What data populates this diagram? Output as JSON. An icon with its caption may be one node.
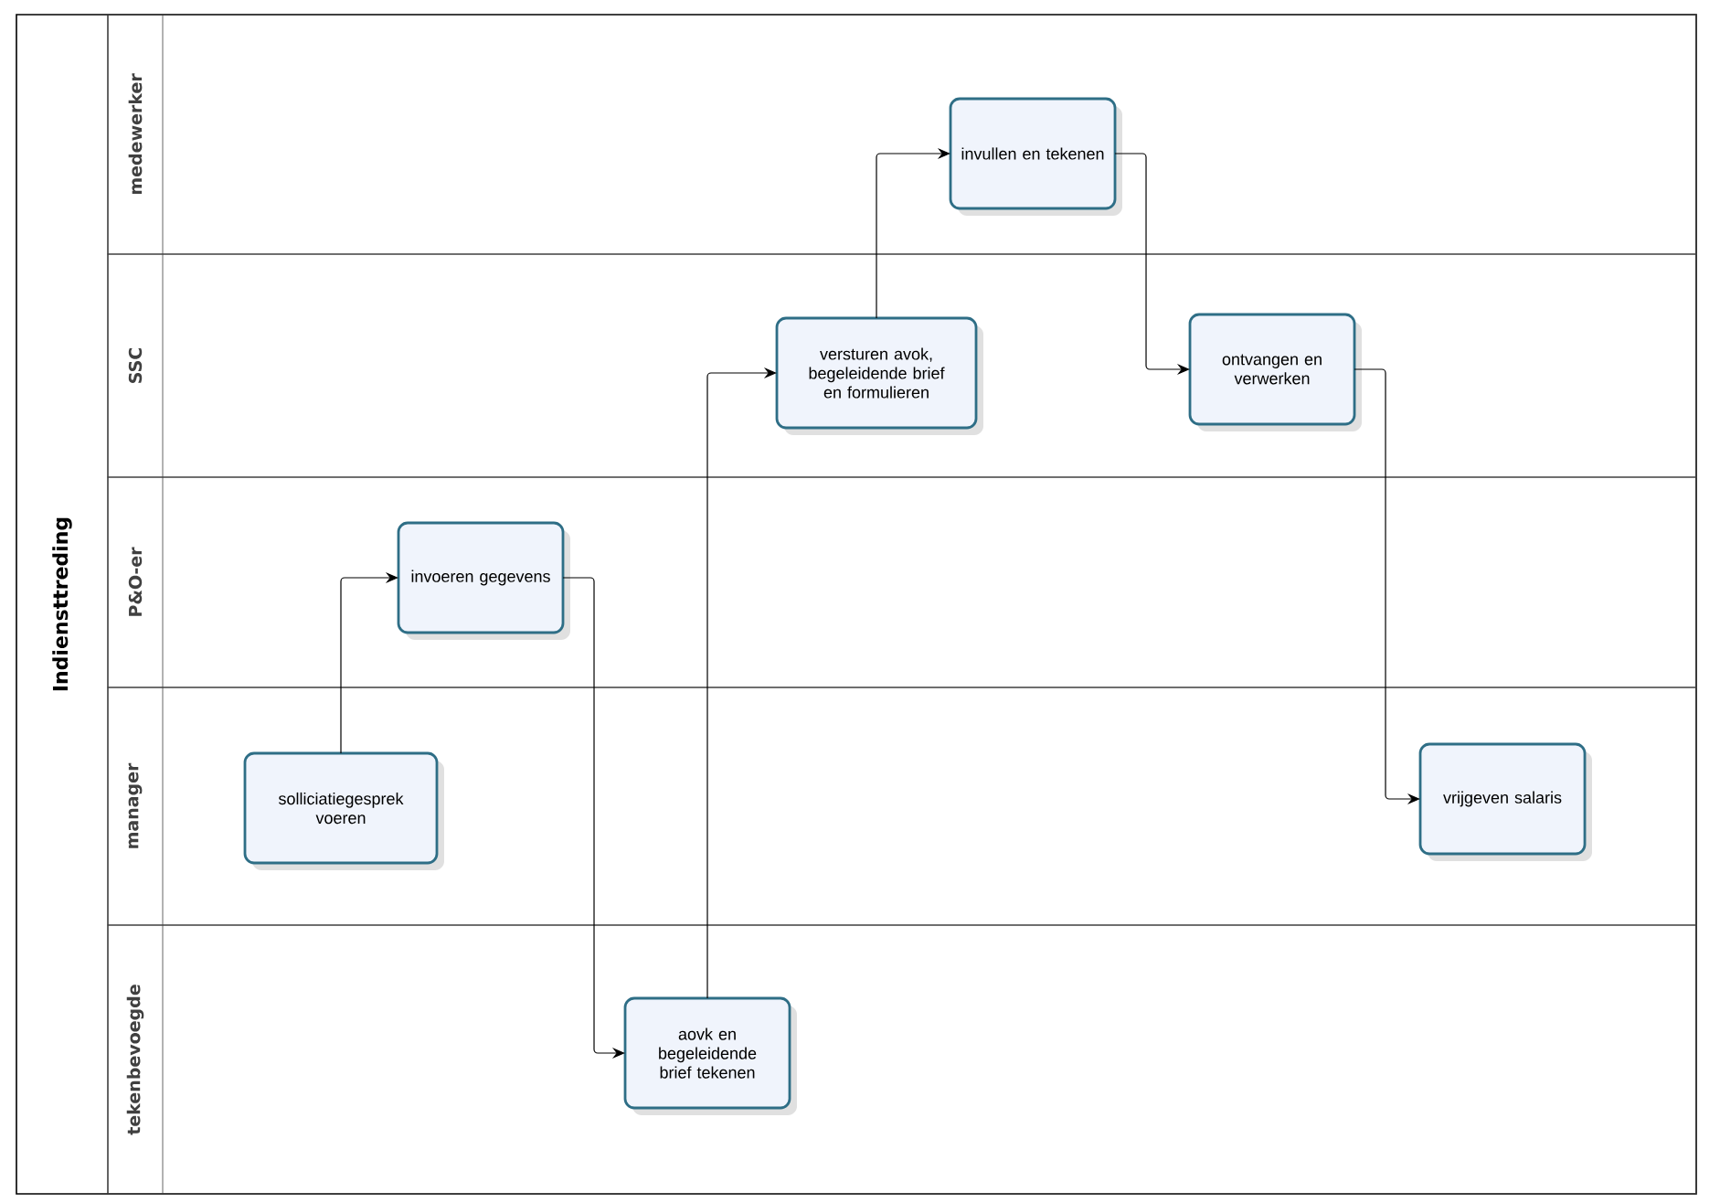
{
  "diagram": {
    "nodes": [
      {
        "text": [
          "Indiensttreding"
        ]
      },
      {
        "text": [
          "medewerker"
        ],
        "in": 0
      },
      {
        "text": [
          "SSC"
        ],
        "in": 0
      },
      {
        "text": [
          "P&O-er"
        ],
        "in": 0
      },
      {
        "text": [
          "manager"
        ],
        "in": 0
      },
      {
        "text": [
          "tekenbevoegde"
        ],
        "in": 0
      },
      {
        "text": [
          "invullen en tekenen"
        ],
        "in": 1
      },
      {
        "text": [
          "versturen avok, begeleidende brief en formulieren"
        ],
        "in": 2
      },
      {
        "text": [
          "ontvangen en verwerken"
        ],
        "in": 2
      },
      {
        "text": [
          "invoeren gegevens"
        ],
        "in": 3
      },
      {
        "text": [
          "solliciatiegesprek voeren"
        ],
        "in": 4
      },
      {
        "text": [
          "vrijgeven salaris"
        ],
        "in": 4
      },
      {
        "text": [
          "aovk en begeleidende brief tekenen"
        ],
        "in": 5
      }
    ],
    "edges": [
      {
        "from": 10,
        "to": 9,
        "arrow": "to"
      },
      {
        "from": 9,
        "to": 12,
        "arrow": "to"
      },
      {
        "from": 12,
        "to": 7,
        "arrow": "to"
      },
      {
        "from": 7,
        "to": 6,
        "arrow": "to"
      },
      {
        "from": 6,
        "to": 8,
        "arrow": "to"
      },
      {
        "from": 8,
        "to": 11,
        "arrow": "to"
      }
    ]
  }
}
